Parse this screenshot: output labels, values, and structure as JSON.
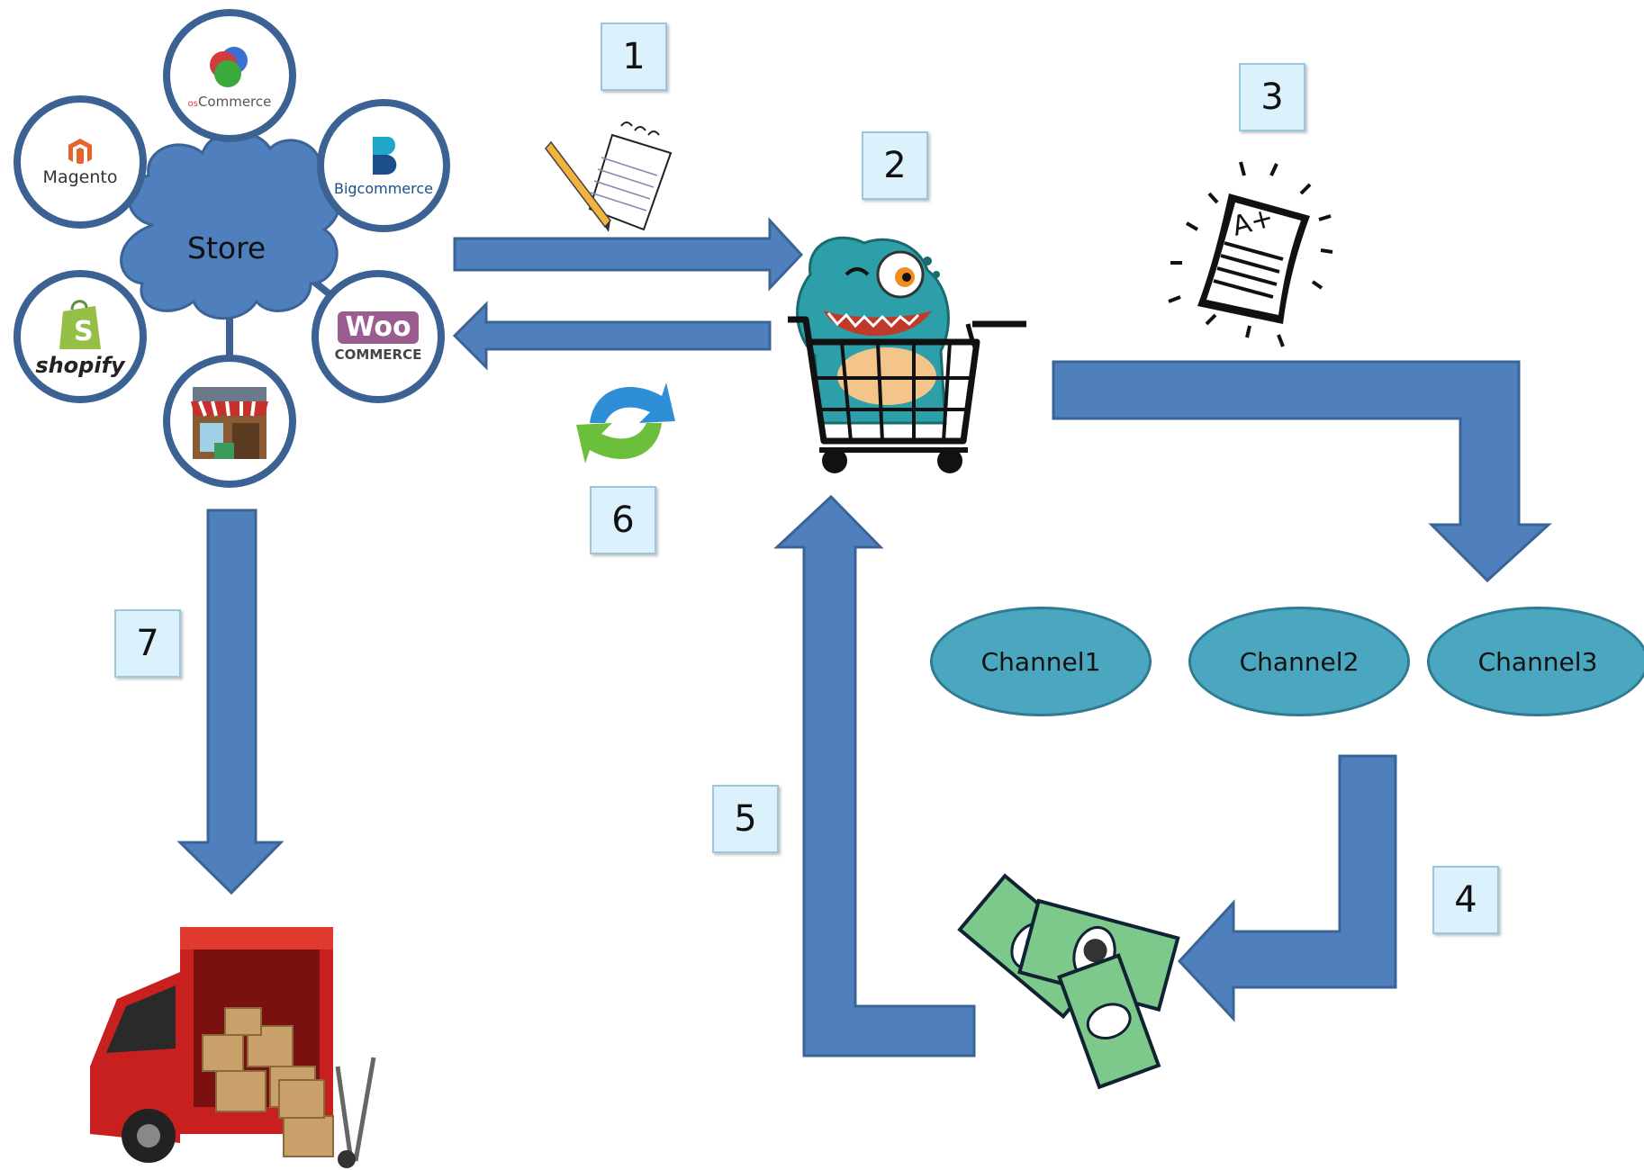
{
  "store": {
    "label": "Store"
  },
  "platforms": {
    "oscommerce": {
      "prefix": "os",
      "name": "Commerce"
    },
    "magento": {
      "name": "Magento"
    },
    "bigcommerce": {
      "name": "Bigcommerce"
    },
    "woocommerce": {
      "top": "Woo",
      "bottom": "COMMERCE"
    },
    "shopify": {
      "name": "shopify"
    }
  },
  "steps": [
    "1",
    "2",
    "3",
    "4",
    "5",
    "6",
    "7"
  ],
  "channels": [
    "Channel1",
    "Channel2",
    "Channel3"
  ],
  "colors": {
    "arrow_fill": "#4f80bd",
    "arrow_stroke": "#3a6496",
    "cloud_fill": "#4f80bd",
    "ring_border": "#3b6293",
    "step_box_fill": "#dbf1fb",
    "channel_fill": "#4ba7c0",
    "truck_red": "#c8201f",
    "money_green": "#7cc98b",
    "monster_teal": "#2c9fa8"
  },
  "icons": {
    "notepad": "notepad-pencil-icon",
    "report": "report-grade-icon",
    "sync": "sync-arrows-icon",
    "cart": "cart-monster-icon",
    "money": "money-bills-icon",
    "truck": "delivery-truck-icon",
    "storefront": "storefront-icon"
  }
}
